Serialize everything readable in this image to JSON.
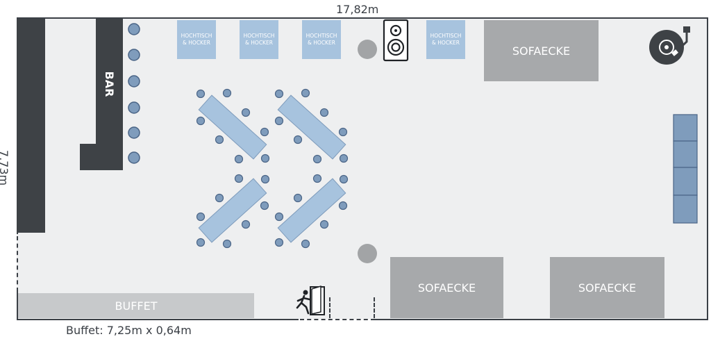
{
  "dimensions": {
    "width_label": "17,82m",
    "height_label": "7,73m",
    "buffet_label": "Buffet: 7,25m x 0,64m"
  },
  "zones": {
    "bar": "BAR",
    "buffet": "BUFFET",
    "sofa_top": "SOFAECKE",
    "sofa_bottom_1": "SOFAECKE",
    "sofa_bottom_2": "SOFAECKE"
  },
  "high_tables": [
    {
      "line1": "HOCHTISCH",
      "line2": "& HOCKER"
    },
    {
      "line1": "HOCHTISCH",
      "line2": "& HOCKER"
    },
    {
      "line1": "HOCHTISCH",
      "line2": "& HOCKER"
    },
    {
      "line1": "HOCHTISCH",
      "line2": "& HOCKER"
    }
  ],
  "icons": [
    "speaker-icon",
    "turntable-icon",
    "emergency-exit-icon"
  ],
  "colors": {
    "room": "#eeeff0",
    "wall": "#3a3f45",
    "bar": "#3e4246",
    "table": "#a7c3de",
    "chair": "#7f9cbc",
    "sofa": "#a7a9ab",
    "column": "#a2a4a6"
  }
}
